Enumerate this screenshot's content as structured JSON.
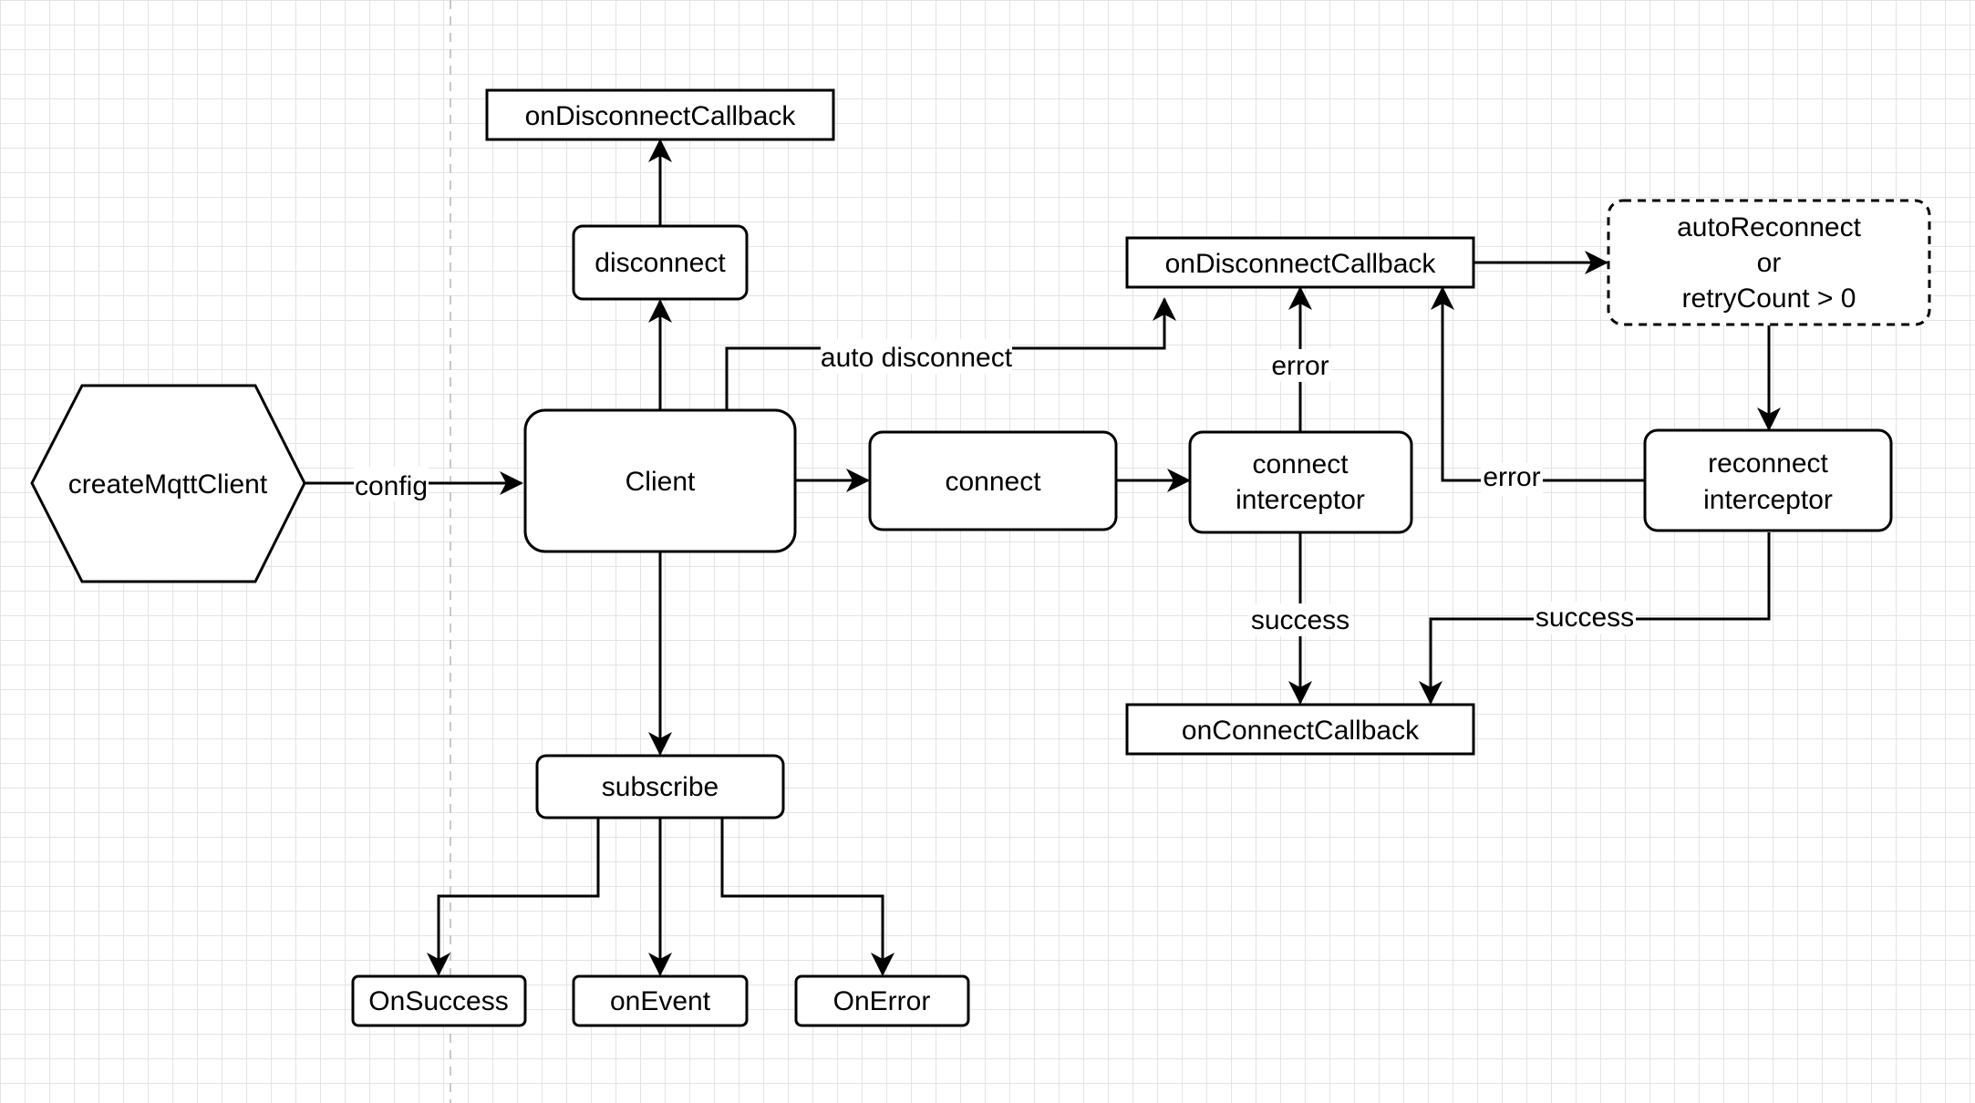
{
  "diagram": {
    "nodes": {
      "create_mqtt_client": "createMqttClient",
      "client": "Client",
      "disconnect": "disconnect",
      "on_disconnect_callback_top": "onDisconnectCallback",
      "connect": "connect",
      "connect_interceptor_line1": "connect",
      "connect_interceptor_line2": "interceptor",
      "on_disconnect_callback_right": "onDisconnectCallback",
      "auto_reconnect_line1": "autoReconnect",
      "auto_reconnect_line2": "or",
      "auto_reconnect_line3": "retryCount > 0",
      "reconnect_interceptor_line1": "reconnect",
      "reconnect_interceptor_line2": "interceptor",
      "on_connect_callback": "onConnectCallback",
      "subscribe": "subscribe",
      "on_success": "OnSuccess",
      "on_event": "onEvent",
      "on_error": "OnError"
    },
    "edge_labels": {
      "config": "config",
      "auto_disconnect": "auto disconnect",
      "connect_error": "error",
      "connect_success": "success",
      "reconnect_error": "error",
      "reconnect_success": "success"
    },
    "colors": {
      "stroke": "#000000",
      "fill": "#ffffff",
      "grid": "#e4e4e4"
    }
  }
}
